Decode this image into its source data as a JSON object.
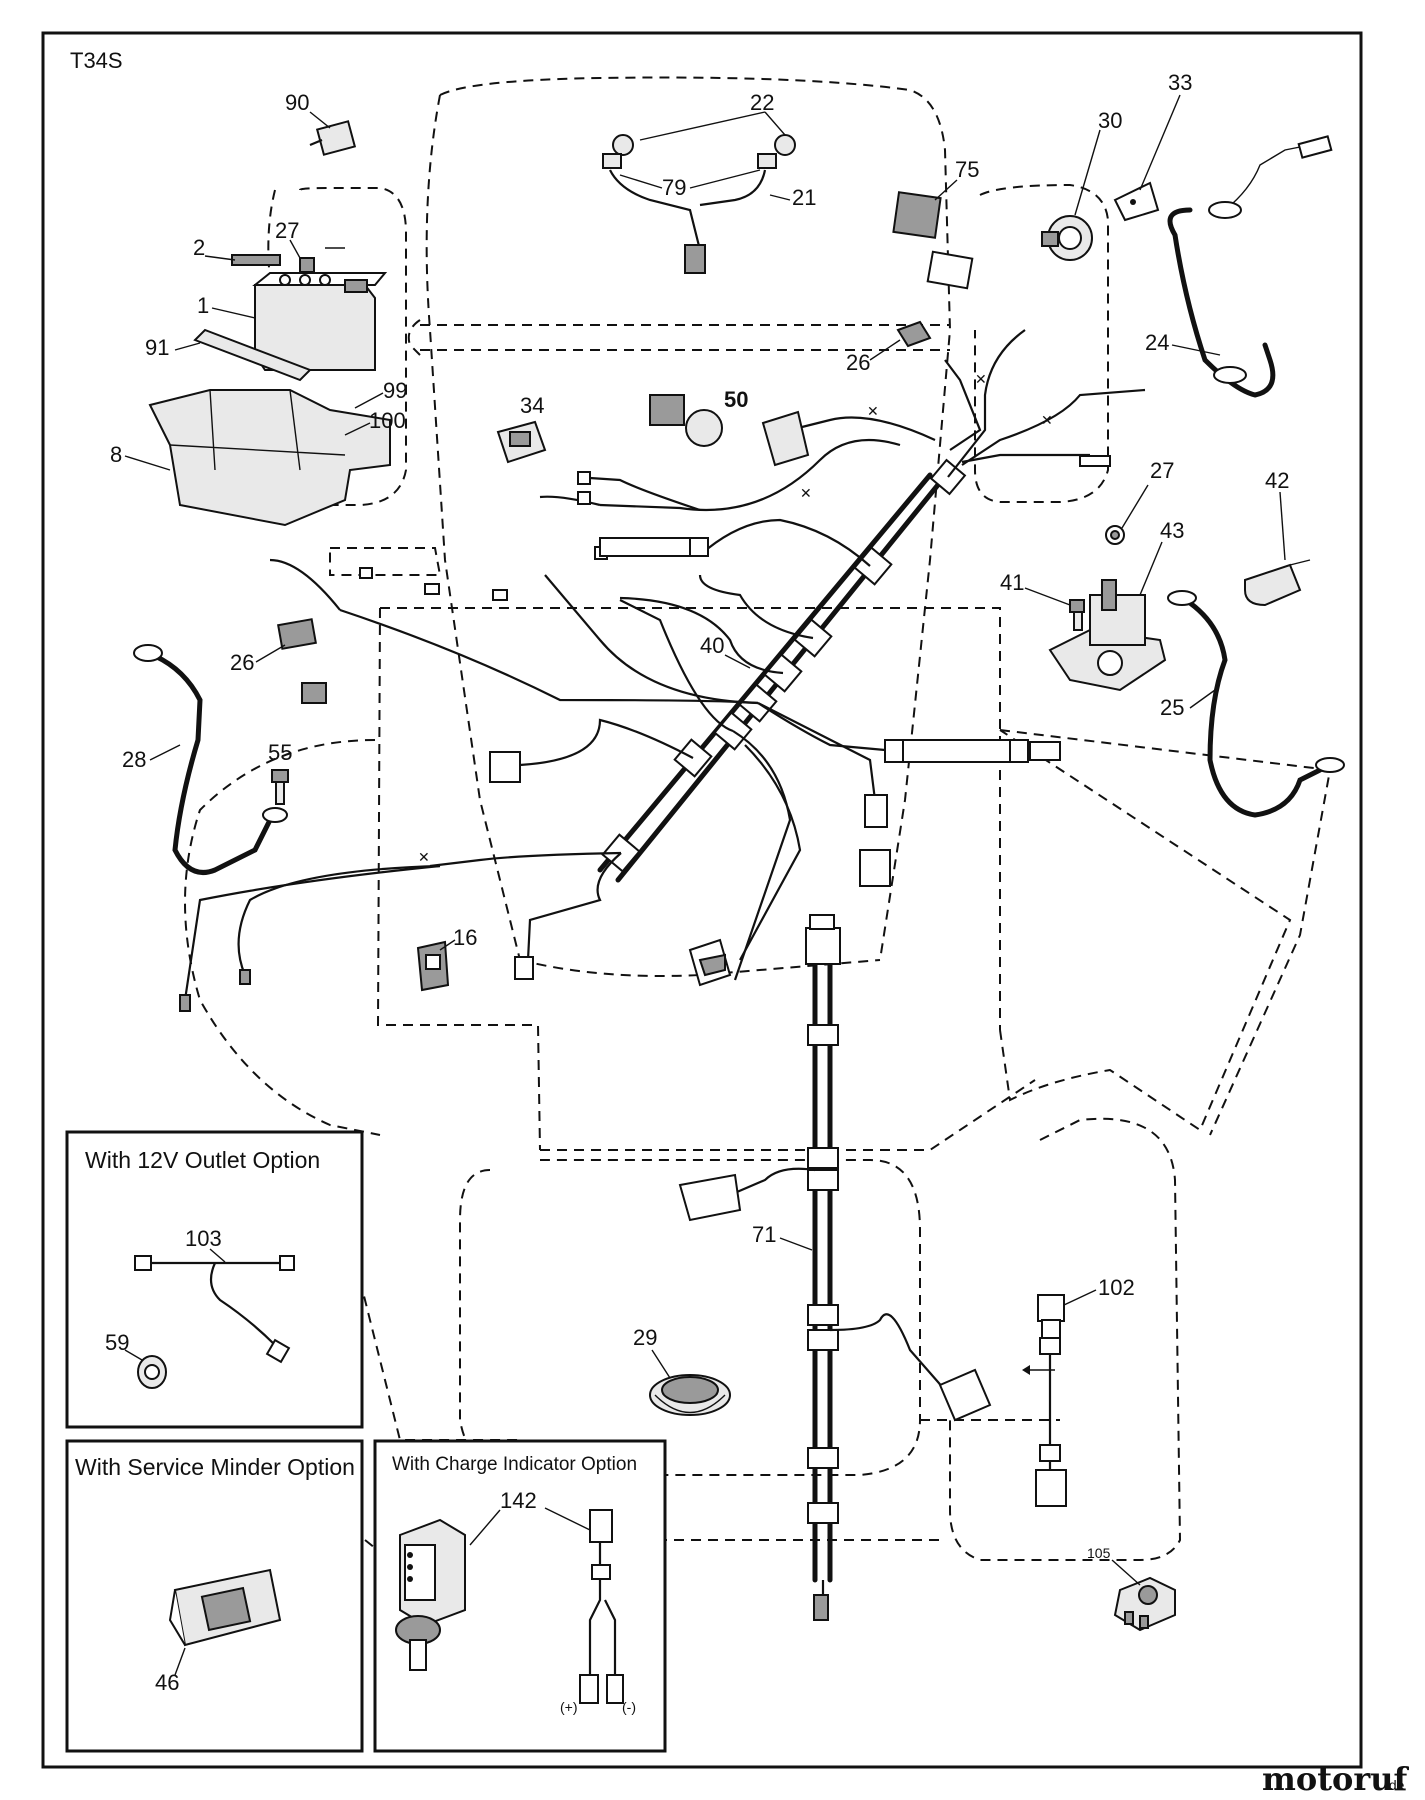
{
  "model_code": "T34S",
  "callouts": {
    "c1": "1",
    "c2": "2",
    "c8": "8",
    "c16": "16",
    "c21": "21",
    "c22": "22",
    "c24": "24",
    "c25": "25",
    "c26a": "26",
    "c26b": "26",
    "c27a": "27",
    "c27b": "27",
    "c28": "28",
    "c29": "29",
    "c30": "30",
    "c33": "33",
    "c34": "34",
    "c40": "40",
    "c41": "41",
    "c42": "42",
    "c43": "43",
    "c46": "46",
    "c50": "50",
    "c55": "55",
    "c59": "59",
    "c71": "71",
    "c75": "75",
    "c79": "79",
    "c90": "90",
    "c91": "91",
    "c99": "99",
    "c100": "100",
    "c102": "102",
    "c103": "103",
    "c105": "105",
    "c142": "142"
  },
  "insets": {
    "outlet_title": "With 12V Outlet Option",
    "service_title": "With Service Minder Option",
    "charge_title": "With Charge Indicator Option",
    "plus_label": "(+)",
    "minus_label": "(-)"
  },
  "watermark": {
    "brand": "motoruf",
    "suffix": ".de"
  }
}
